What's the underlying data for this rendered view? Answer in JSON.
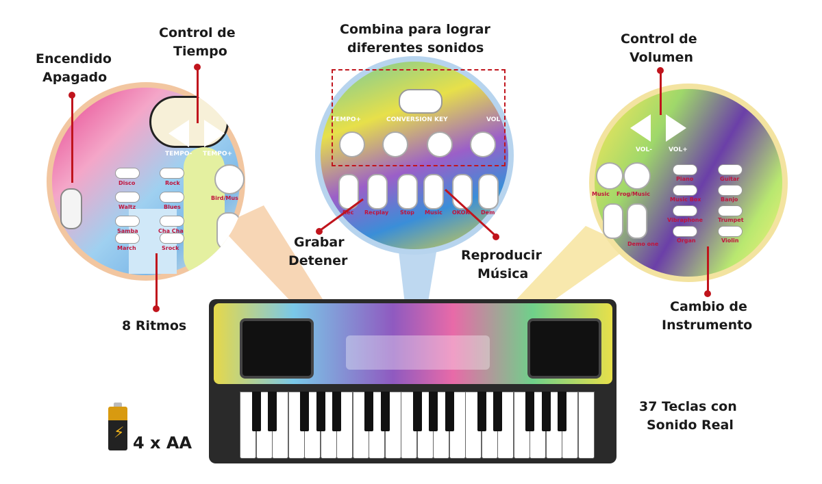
{
  "labels": {
    "encendido": "Encendido",
    "apagado": "Apagado",
    "control_tiempo_1": "Control de",
    "control_tiempo_2": "Tiempo",
    "combina_1": "Combina para lograr",
    "combina_2": "diferentes sonidos",
    "control_volumen_1": "Control de",
    "control_volumen_2": "Volumen",
    "ritmos": "8 Ritmos",
    "grabar": "Grabar",
    "detener": "Detener",
    "reproducir": "Reproducir",
    "musica": "Música",
    "cambio_1": "Cambio de",
    "cambio_2": "Instrumento",
    "teclas_1": "37 Teclas con",
    "teclas_2": "Sonido Real",
    "baterias": "4 x AA"
  },
  "left_zoom": {
    "tempo_minus": "TEMPO-",
    "tempo_plus": "TEMPO+",
    "bird": "Bird/Mus",
    "rhythms": [
      "Disco",
      "Rock",
      "Waltz",
      "Blues",
      "Samba",
      "Cha Cha",
      "March",
      "Srock"
    ]
  },
  "middle_zoom": {
    "conversion_key": "CONVERSION KEY",
    "tempo": "TEMPO+",
    "vol": "VOL",
    "play_buttons": [
      "Rec",
      "Recplay",
      "Stop",
      "Music",
      "OKOK",
      "Dem"
    ]
  },
  "right_zoom": {
    "vol_minus": "VOL-",
    "vol_plus": "VOL+",
    "music": "Music",
    "frog": "Frog/Music",
    "demo": "Demo one",
    "instruments": [
      "Piano",
      "Guitar",
      "Music Box",
      "Banjo",
      "Vibraphone",
      "Trumpet",
      "Organ",
      "Violin"
    ]
  },
  "keyboard": {
    "white_keys": 22,
    "black_key_pattern": [
      1,
      1,
      0,
      1,
      1,
      1,
      0
    ]
  },
  "colors": {
    "accent_red": "#c0141c",
    "beam_orange": "#f6cfa8",
    "beam_blue": "#b7d4ee",
    "beam_yellow": "#f7e6a4"
  }
}
